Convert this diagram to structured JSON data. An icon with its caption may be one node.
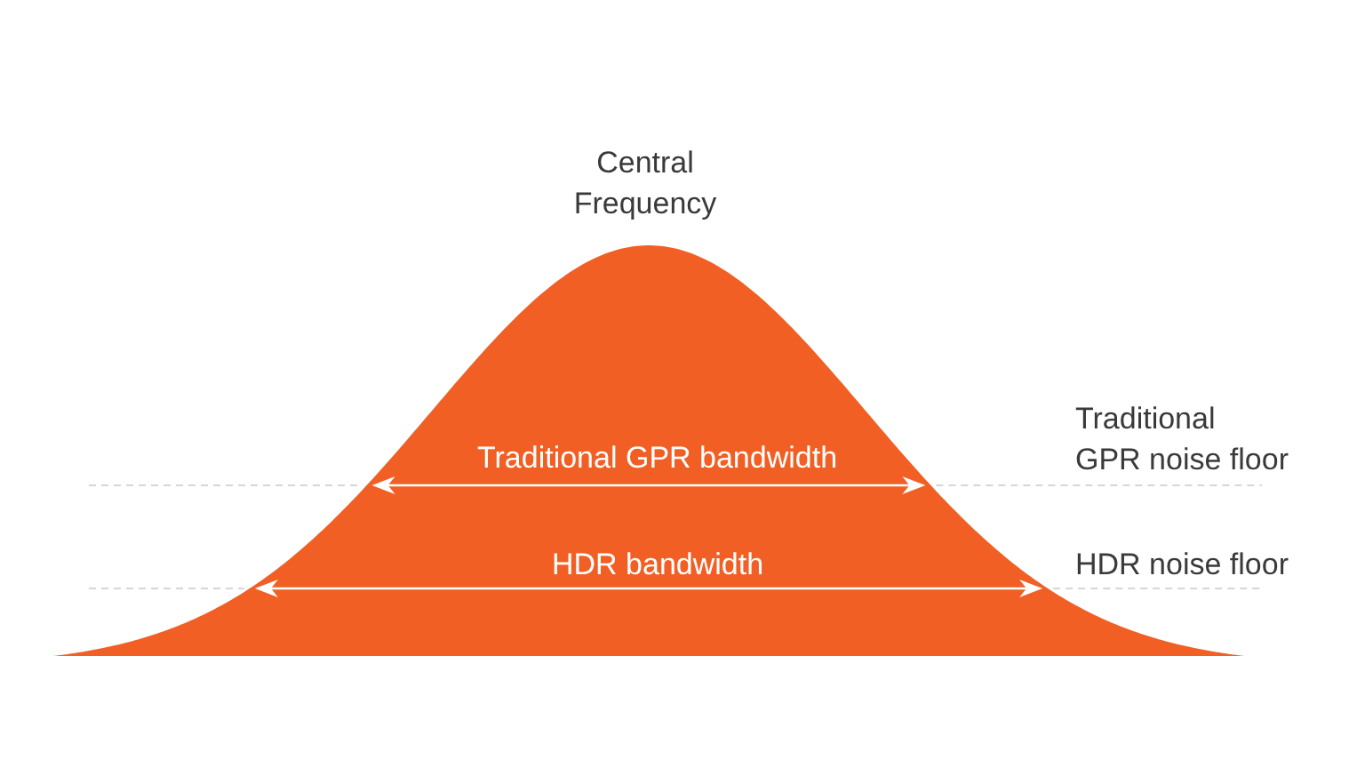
{
  "diagram": {
    "labels": [
      "Central Frequency",
      "Traditional GPR bandwidth",
      "Traditional GPR noise floor",
      "HDR bandwidth",
      "HDR noise floor"
    ]
  }
}
